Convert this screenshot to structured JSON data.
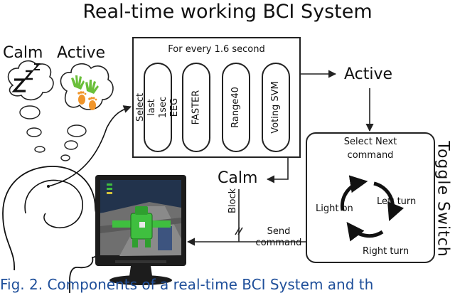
{
  "title": "Real-time working BCI System",
  "states": {
    "calm": "Calm",
    "active": "Active"
  },
  "processing": {
    "header": "For every 1.6 second",
    "steps": [
      "Select last 1sec EEG",
      "FASTER",
      "Range40",
      "Voting SVM"
    ]
  },
  "outputs": {
    "active": "Active",
    "calm": "Calm"
  },
  "toggle_switch": {
    "title": "Toggle Switch",
    "select_label": "Select Next command",
    "commands": {
      "light_on": "Light on",
      "left_turn": "Left turn",
      "right_turn": "Right turn"
    }
  },
  "signals": {
    "block": "Block",
    "send_command": "Send command"
  },
  "caption": "Fig. 2.  Components of a real-time BCI System and th",
  "colors": {
    "caption": "#1f4f9a",
    "hand_green": "#6abf3a",
    "feet_orange": "#f0952a",
    "robot_green": "#3fbf3f"
  },
  "icons": [
    "sleep-zzz-icon",
    "hands-feet-icon",
    "head-silhouette-icon",
    "monitor-icon",
    "robot-game-icon",
    "cycle-arrows-icon"
  ]
}
